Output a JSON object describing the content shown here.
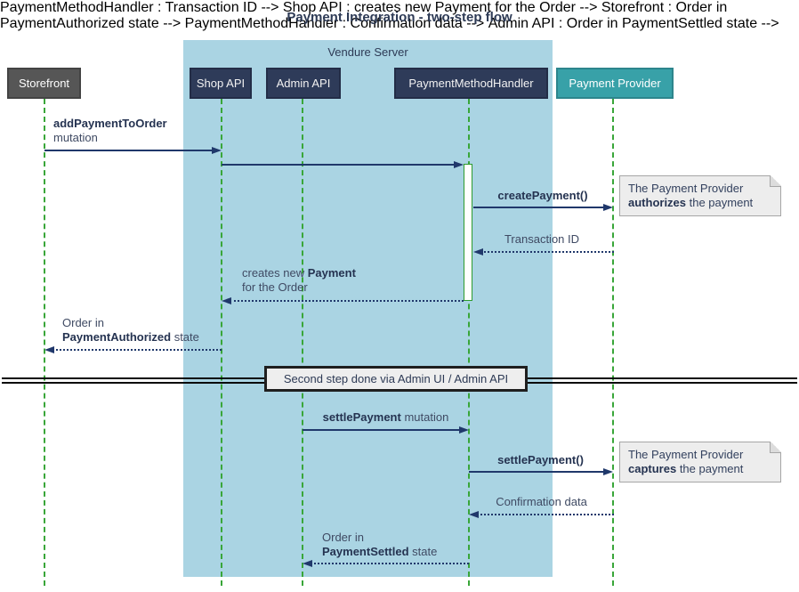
{
  "title": "Payment Integration - two-step flow",
  "server_box": {
    "label": "Vendure Server"
  },
  "participants": {
    "storefront": "Storefront",
    "shop_api": "Shop API",
    "admin_api": "Admin API",
    "payment_method_handler": "PaymentMethodHandler",
    "payment_provider": "Payment Provider"
  },
  "messages": {
    "add_payment": {
      "bold": "addPaymentToOrder",
      "rest": "mutation"
    },
    "create_payment": {
      "bold": "createPayment()"
    },
    "transaction_id": {
      "text": "Transaction ID"
    },
    "creates_payment": {
      "pre": "creates new ",
      "bold": "Payment",
      "line2": "for the Order"
    },
    "order_authorized": {
      "line1": "Order in",
      "bold": "PaymentAuthorized",
      "rest": " state"
    },
    "settle_mutation": {
      "bold": "settlePayment",
      "rest": " mutation"
    },
    "settle_call": {
      "bold": "settlePayment()"
    },
    "confirmation": {
      "text": "Confirmation data"
    },
    "order_settled": {
      "line1": "Order in",
      "bold": "PaymentSettled",
      "rest": " state"
    }
  },
  "divider": {
    "label": "Second step done via Admin UI / Admin API"
  },
  "notes": {
    "authorize": {
      "line1": "The Payment Provider",
      "bold": "authorizes",
      "rest": " the payment"
    },
    "capture": {
      "line1": "The Payment Provider",
      "bold": "captures",
      "rest": " the payment"
    }
  },
  "colors": {
    "server_box_fill": "#aad4e3",
    "participant_dark": "#2e3b59",
    "participant_gray": "#565656",
    "participant_teal": "#38a1a8",
    "lifeline_green": "#39a639",
    "arrow_navy": "#20386b",
    "text_navy": "#2d3a55",
    "note_fill": "#ededed"
  }
}
